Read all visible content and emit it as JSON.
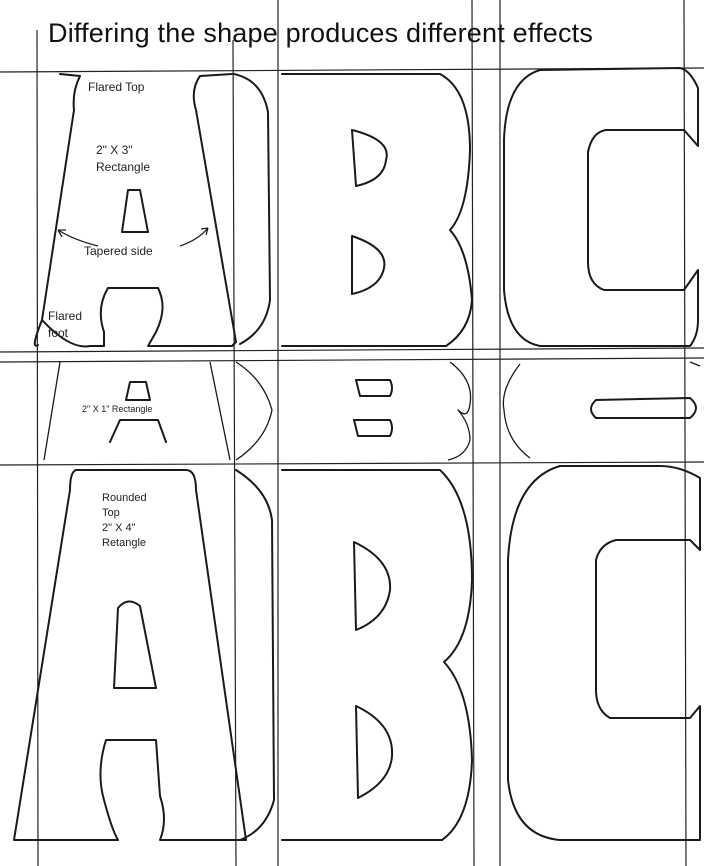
{
  "title": "Differing the shape produces different effects",
  "labels": {
    "flared_top": "Flared Top",
    "rect_2x3_line1": "2\" X 3\"",
    "rect_2x3_line2": "Rectangle",
    "tapered_side": "Tapered side",
    "flared_foot_line1": "Flared",
    "flared_foot_line2": "foot",
    "rect_2x1": "2\" X 1\" Rectangle",
    "rounded_top_line1": "Rounded",
    "rounded_top_line2": "Top",
    "rect_2x4_line1": "2\" X 4\"",
    "rect_2x4_line2": "Retangle"
  },
  "letters": [
    "A",
    "B",
    "C"
  ]
}
